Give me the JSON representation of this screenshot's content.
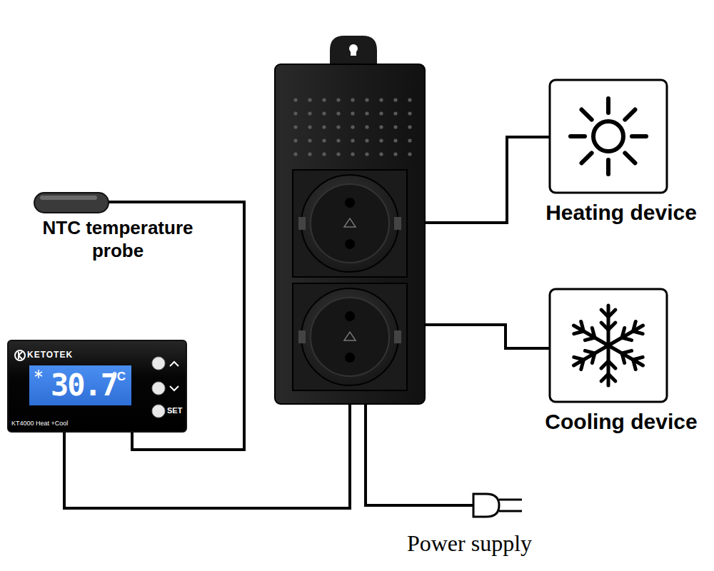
{
  "diagram": {
    "nodes": [
      {
        "text": [
          "NTC temperature probe"
        ]
      },
      {
        "text": [
          "KETOTEK",
          "30.7",
          "°C",
          "SET",
          "KT4000 Heat +Cool"
        ]
      },
      {
        "text": [
          "Heating device"
        ]
      },
      {
        "text": [
          "Cooling device"
        ]
      },
      {
        "text": [
          "Power supply"
        ]
      }
    ],
    "edges": [
      {
        "from": 0,
        "to": 1,
        "arrow": "none"
      }
    ]
  }
}
